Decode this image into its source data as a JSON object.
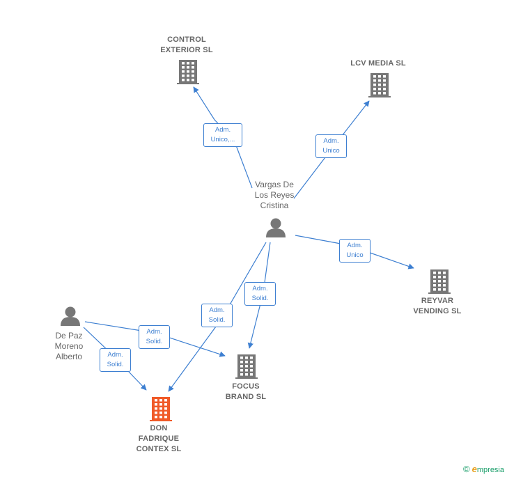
{
  "nodes": {
    "control_exterior": {
      "label": "CONTROL\nEXTERIOR  SL",
      "type": "company"
    },
    "lcv_media": {
      "label": "LCV MEDIA SL",
      "type": "company"
    },
    "reyvar_vending": {
      "label": "REYVAR\nVENDING SL",
      "type": "company"
    },
    "focus_brand": {
      "label": "FOCUS\nBRAND  SL",
      "type": "company"
    },
    "don_fadrique": {
      "label": "DON\nFADRIQUE\nCONTEX  SL",
      "type": "company",
      "highlight": true
    },
    "vargas": {
      "label": "Vargas De\nLos Reyes\nCristina",
      "type": "person"
    },
    "depaz": {
      "label": "De Paz\nMoreno\nAlberto",
      "type": "person"
    }
  },
  "edges": {
    "vargas_control": {
      "label": "Adm.\nUnico,..."
    },
    "vargas_lcv": {
      "label": "Adm.\nUnico"
    },
    "vargas_reyvar": {
      "label": "Adm.\nUnico"
    },
    "vargas_focus": {
      "label": "Adm.\nSolid."
    },
    "vargas_don": {
      "label": "Adm.\nSolid."
    },
    "depaz_focus": {
      "label": "Adm.\nSolid."
    },
    "depaz_don": {
      "label": "Adm.\nSolid."
    }
  },
  "colors": {
    "edge": "#3d7fd1",
    "company_icon": "#777777",
    "highlight_icon": "#f05a28",
    "person_icon": "#777777",
    "label": "#666666"
  },
  "footer": {
    "copyright": "©",
    "brand_e": "e",
    "brand_rest": "mpresia"
  }
}
